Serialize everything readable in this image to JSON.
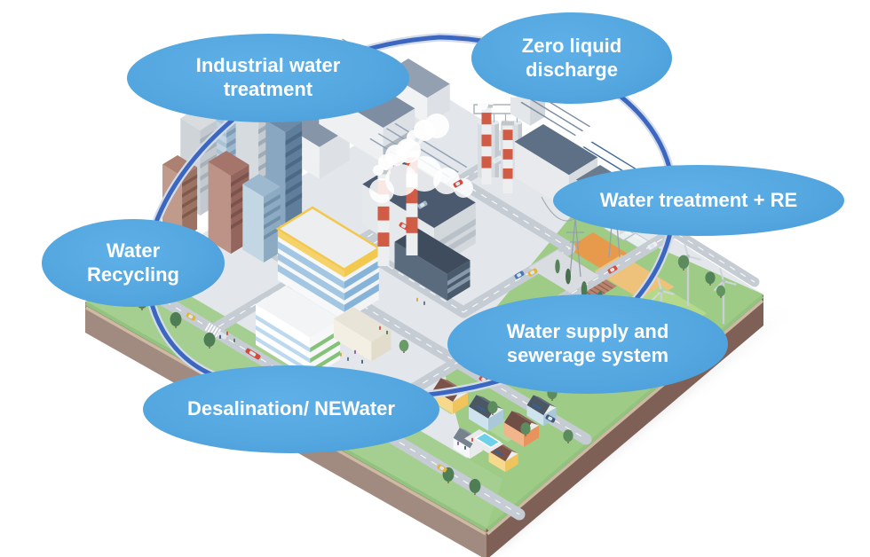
{
  "diagram": {
    "bubbles": [
      {
        "id": "industrial-water-treatment",
        "label": "Industrial water treatment"
      },
      {
        "id": "zero-liquid-discharge",
        "label": "Zero liquid discharge"
      },
      {
        "id": "water-treatment-re",
        "label": "Water treatment + RE"
      },
      {
        "id": "water-recycling",
        "label": "Water Recycling"
      },
      {
        "id": "water-supply-sewerage",
        "label": "Water supply and sewerage system"
      },
      {
        "id": "desalination-newater",
        "label": "Desalination/ NEWater"
      }
    ],
    "colors": {
      "bubble_fill": "#55a7e0",
      "bubble_text": "#ffffff",
      "ring_stroke": "#3b67c1"
    },
    "city_illustration_alt": "isometric city with industrial plant, downtown towers, farmland with wind turbines and residential district"
  }
}
